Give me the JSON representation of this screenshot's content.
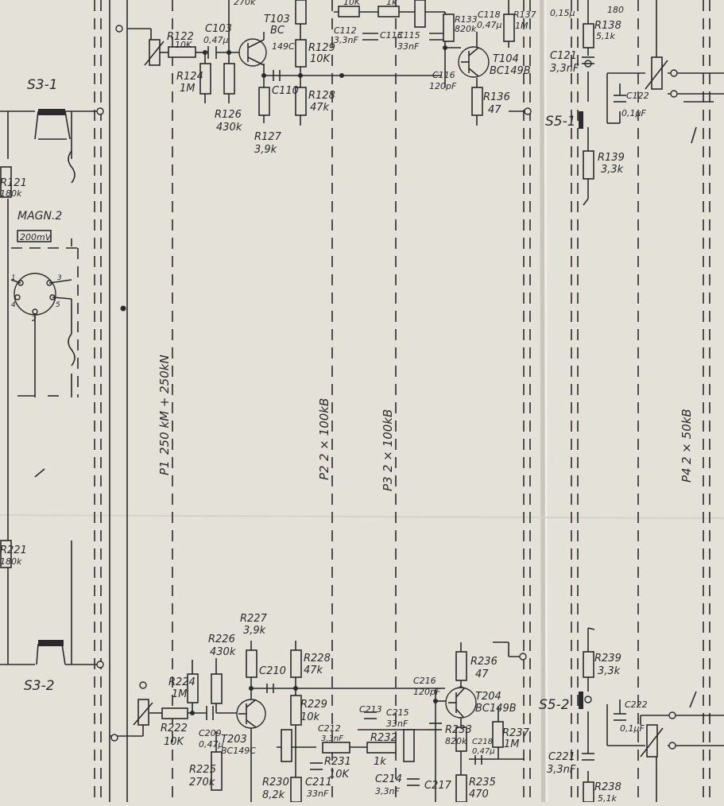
{
  "switches": {
    "s3_1": "S3-1",
    "s3_2": "S3-2",
    "s5_1": "S5-1",
    "s5_2": "S5-2"
  },
  "input": {
    "name": "MAGN.2",
    "level": "200mV",
    "pins": [
      "1",
      "4",
      "2",
      "5",
      "3"
    ]
  },
  "pots": {
    "p1": {
      "name": "P1",
      "value": "250 kM + 250kN"
    },
    "p2": {
      "name": "P2",
      "value": "2 × 100kB"
    },
    "p3": {
      "name": "P3",
      "value": "2 × 100kB"
    },
    "p4": {
      "name": "P4",
      "value": "2 × 50kB"
    }
  },
  "upper_components": {
    "r121": [
      "R121",
      "180k"
    ],
    "r122": [
      "R122",
      "10K"
    ],
    "r124": [
      "R124",
      "1M"
    ],
    "r126": [
      "R126",
      "430k"
    ],
    "r127": [
      "R127",
      "3,9k"
    ],
    "r128": [
      "R128",
      "47k"
    ],
    "r129": [
      "R129",
      "10K"
    ],
    "r133": [
      "R133",
      "820k"
    ],
    "r136": [
      "R136",
      "47"
    ],
    "r137": [
      "R137",
      "1M"
    ],
    "r138": [
      "R138",
      "5,1k"
    ],
    "r139": [
      "R139",
      "3,3k"
    ],
    "c103": [
      "C103",
      "0,47µ"
    ],
    "c110": "C110",
    "c112": [
      "C112",
      "3,3nF"
    ],
    "c113": "C113",
    "c115": [
      "C115",
      "33nF"
    ],
    "c116": [
      "C116",
      "120pF"
    ],
    "c118": [
      "C118",
      "0,47µ"
    ],
    "c121": [
      "C121",
      "3,3nF"
    ],
    "c122": [
      "C122",
      "0,1µF"
    ],
    "t103": [
      "T103",
      "BC",
      "149C"
    ],
    "t104": [
      "T104",
      "BC149B"
    ],
    "top_cut": [
      "270k",
      "10K",
      "1k",
      "0,15µ",
      "180"
    ]
  },
  "lower_components": {
    "r221": [
      "R221",
      "180k"
    ],
    "r222": [
      "R222",
      "10K"
    ],
    "r224": [
      "R224",
      "1M"
    ],
    "r225": [
      "R225",
      "270k"
    ],
    "r226": [
      "R226",
      "430k"
    ],
    "r227": [
      "R227",
      "3,9k"
    ],
    "r228": [
      "R228",
      "47k"
    ],
    "r229": [
      "R229",
      "10k"
    ],
    "r230": [
      "R230",
      "8,2k"
    ],
    "r231": [
      "R231",
      "10K"
    ],
    "r232": [
      "R232",
      "1k"
    ],
    "r233": [
      "R233",
      "820k"
    ],
    "r235": [
      "R235",
      "470"
    ],
    "r236": [
      "R236",
      "47"
    ],
    "r237": [
      "R237",
      "1M"
    ],
    "r238": [
      "R238",
      "5,1k"
    ],
    "r239": [
      "R239",
      "3,3k"
    ],
    "c209": [
      "C209",
      "0,47µ"
    ],
    "c210": "C210",
    "c211": [
      "C211",
      "33nF"
    ],
    "c212": [
      "C212",
      "3,3nF"
    ],
    "c213": "C213",
    "c214": [
      "C214",
      "3,3nF"
    ],
    "c215": [
      "C215",
      "33nF"
    ],
    "c216": [
      "C216",
      "120pF"
    ],
    "c217": "C217",
    "c218": [
      "C218",
      "0,47µ"
    ],
    "c221": [
      "C221",
      "3,3nF"
    ],
    "c222": [
      "C222",
      "0,1µF"
    ],
    "t203": [
      "T203",
      "BC149C"
    ],
    "t204": [
      "T204",
      "BC149B"
    ]
  }
}
